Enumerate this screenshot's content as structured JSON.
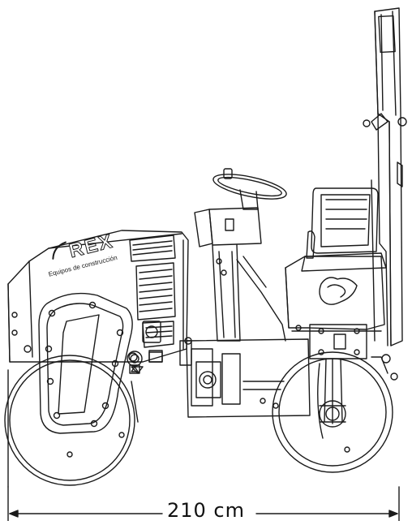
{
  "brand": {
    "logo_text": "REX",
    "tagline": "Equipos de construcción"
  },
  "dimension": {
    "label": "210 cm"
  },
  "colors": {
    "line": "#1a1a1a",
    "background": "#ffffff"
  }
}
